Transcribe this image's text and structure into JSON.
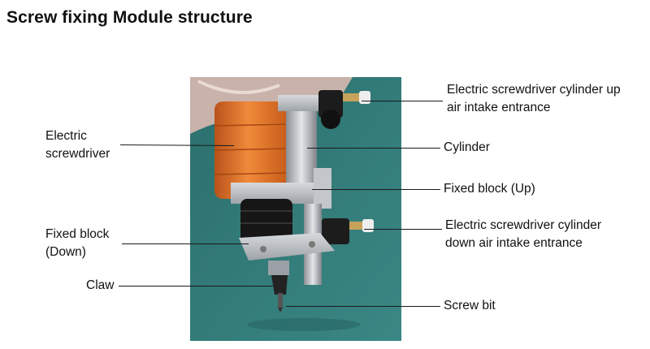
{
  "title": "Screw fixing Module structure",
  "labels": {
    "electric_screwdriver": [
      "Electric",
      "screwdriver"
    ],
    "fixed_block_down": [
      "Fixed block",
      "(Down)"
    ],
    "claw": "Claw",
    "cylinder_up_intake": [
      "Electric screwdriver cylinder up",
      "air intake entrance"
    ],
    "cylinder": "Cylinder",
    "fixed_block_up": "Fixed block (Up)",
    "cylinder_down_intake": [
      "Electric screwdriver cylinder",
      "down air intake entrance"
    ],
    "screw_bit": "Screw bit"
  },
  "colors": {
    "mat": "#2f7a78",
    "screwdriver_orange": "#e0691c",
    "metal": "#b8bcc0",
    "fitting_black": "#1c1c1c"
  }
}
